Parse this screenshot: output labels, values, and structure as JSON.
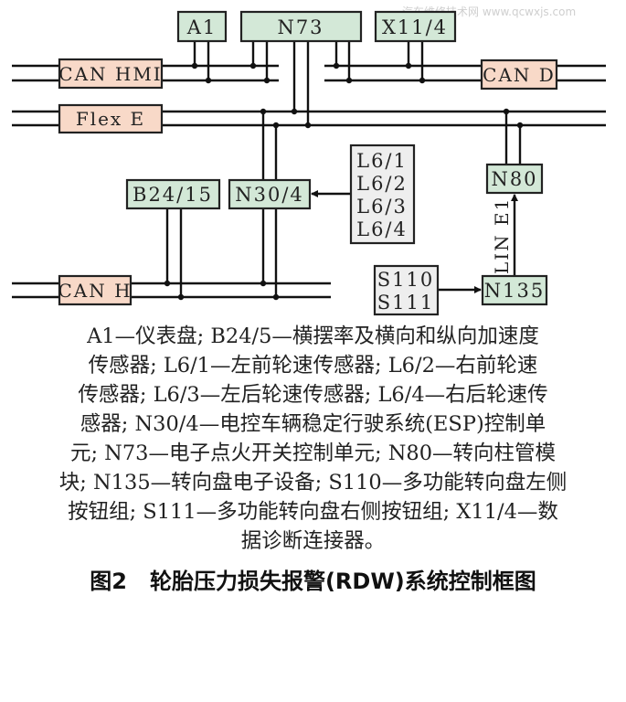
{
  "watermark": "汽车维修技术网 www.qcwxjs.com",
  "buses": {
    "can_hmi": "CAN HMI",
    "can_d": "CAN D",
    "flex_e": "Flex E",
    "can_h": "CAN H",
    "lin_e1": "LIN E1"
  },
  "modules": {
    "a1": "A1",
    "n73": "N73",
    "x11_4": "X11/4",
    "b24_15": "B24/15",
    "n30_4": "N30/4",
    "n80": "N80",
    "n135": "N135"
  },
  "sensors": {
    "wheel_speed": [
      "L6/1",
      "L6/2",
      "L6/3",
      "L6/4"
    ],
    "switches": [
      "S110",
      "S111"
    ]
  },
  "caption": {
    "legend_lines": [
      "A1—仪表盘; B24/5—横摆率及横向和纵向加速度",
      "传感器; L6/1—左前轮速传感器; L6/2—右前轮速",
      "传感器; L6/3—左后轮速传感器; L6/4—右后轮速传",
      "感器; N30/4—电控车辆稳定行驶系统(ESP)控制单",
      "元; N73—电子点火开关控制单元; N80—转向柱管模",
      "块; N135—转向盘电子设备; S110—多功能转向盘左侧",
      "按钮组; S111—多功能转向盘右侧按钮组; X11/4—数",
      "据诊断连接器。"
    ],
    "title": "图2   轮胎压力损失报警(RDW)系统控制框图"
  },
  "colors": {
    "bus_box": "#f8d9c8",
    "module_box": "#d3e8d7",
    "sensor_box": "#eeeeee"
  }
}
